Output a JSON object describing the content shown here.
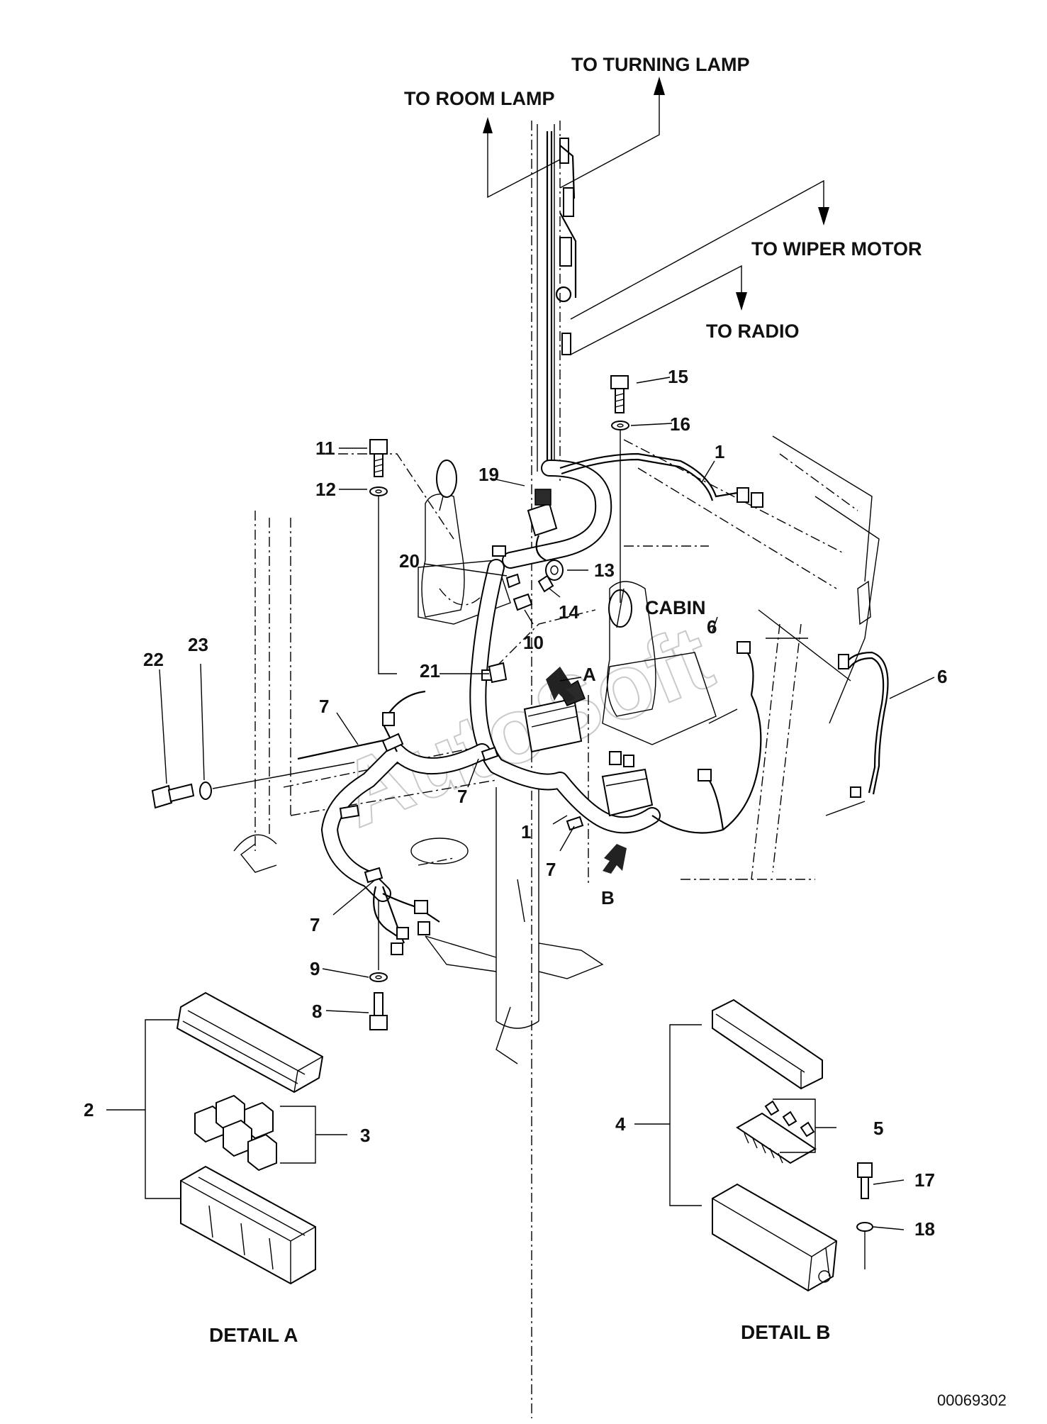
{
  "callouts": {
    "to_turning_lamp": "TO TURNING LAMP",
    "to_room_lamp": "TO ROOM LAMP",
    "to_wiper_motor": "TO WIPER MOTOR",
    "to_radio": "TO RADIO",
    "cabin": "CABIN"
  },
  "views": {
    "a": "A",
    "b": "B"
  },
  "parts": {
    "p1": "1",
    "p2": "2",
    "p3": "3",
    "p4": "4",
    "p5": "5",
    "p6": "6",
    "p7": "7",
    "p8": "8",
    "p9": "9",
    "p10": "10",
    "p11": "11",
    "p12": "12",
    "p13": "13",
    "p14": "14",
    "p15": "15",
    "p16": "16",
    "p17": "17",
    "p18": "18",
    "p19": "19",
    "p20": "20",
    "p21": "21",
    "p22": "22",
    "p23": "23"
  },
  "details": {
    "a": "DETAIL A",
    "b": "DETAIL B"
  },
  "drawing_code": "00069302",
  "watermark": "AutoSoft",
  "icons": [
    "arrow-up-icon",
    "arrow-down-icon",
    "view-arrow-icon",
    "bolt-icon",
    "washer-icon",
    "relay-icon",
    "fuse-icon",
    "connector-icon"
  ]
}
